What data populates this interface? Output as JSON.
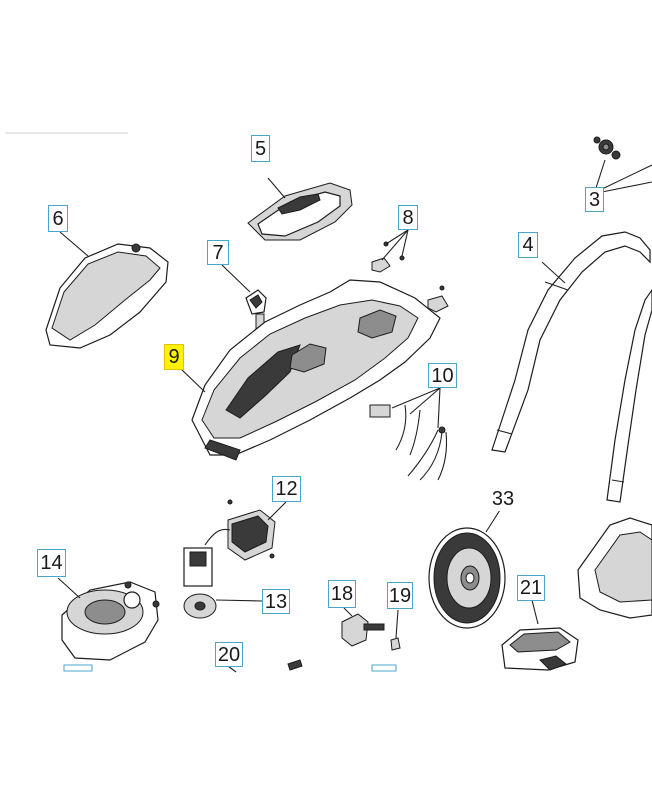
{
  "callouts": {
    "c3": "3",
    "c4": "4",
    "c5": "5",
    "c6": "6",
    "c7": "7",
    "c8": "8",
    "c9": "9",
    "c10": "10",
    "c12": "12",
    "c13": "13",
    "c14": "14",
    "c18": "18",
    "c19": "19",
    "c20": "20",
    "c21": "21",
    "c33": "33"
  },
  "highlight_color": "#fff200",
  "callout_border_color": "#4aa6c8"
}
